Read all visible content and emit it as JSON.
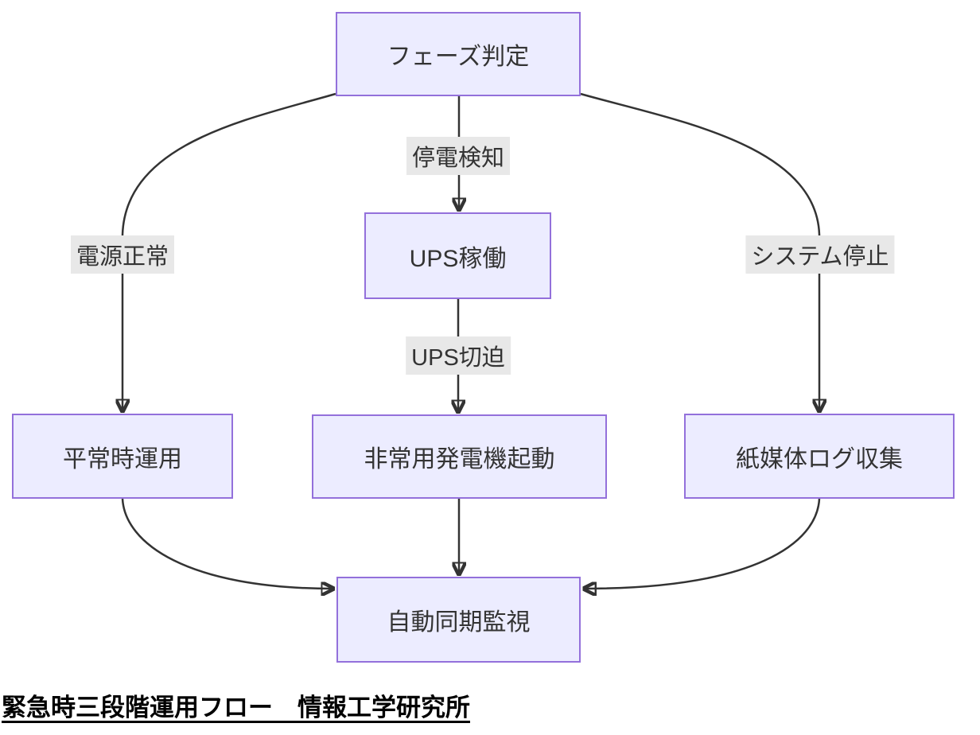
{
  "diagram": {
    "type": "flowchart-top-down",
    "caption": "緊急時三段階運用フロー　情報工学研究所",
    "nodes": [
      {
        "id": "phase",
        "label": "フェーズ判定"
      },
      {
        "id": "ups",
        "label": "UPS稼働"
      },
      {
        "id": "normal",
        "label": "平常時運用"
      },
      {
        "id": "generator",
        "label": "非常用発電機起動"
      },
      {
        "id": "paper",
        "label": "紙媒体ログ収集"
      },
      {
        "id": "sync",
        "label": "自動同期監視"
      }
    ],
    "edges": [
      {
        "from": "フェーズ判定",
        "to": "UPS稼働",
        "label": "停電検知"
      },
      {
        "from": "フェーズ判定",
        "to": "平常時運用",
        "label": "電源正常"
      },
      {
        "from": "フェーズ判定",
        "to": "紙媒体ログ収集",
        "label": "システム停止"
      },
      {
        "from": "UPS稼働",
        "to": "非常用発電機起動",
        "label": "UPS切迫"
      },
      {
        "from": "平常時運用",
        "to": "自動同期監視",
        "label": ""
      },
      {
        "from": "非常用発電機起動",
        "to": "自動同期監視",
        "label": ""
      },
      {
        "from": "紙媒体ログ収集",
        "to": "自動同期監視",
        "label": ""
      }
    ],
    "colors": {
      "node_fill": "#ECECFF",
      "node_border": "#9370DB",
      "edge_stroke": "#333333",
      "edge_label_bg": "#e8e8e8",
      "node_text": "#333333",
      "caption_text": "#000000"
    }
  }
}
